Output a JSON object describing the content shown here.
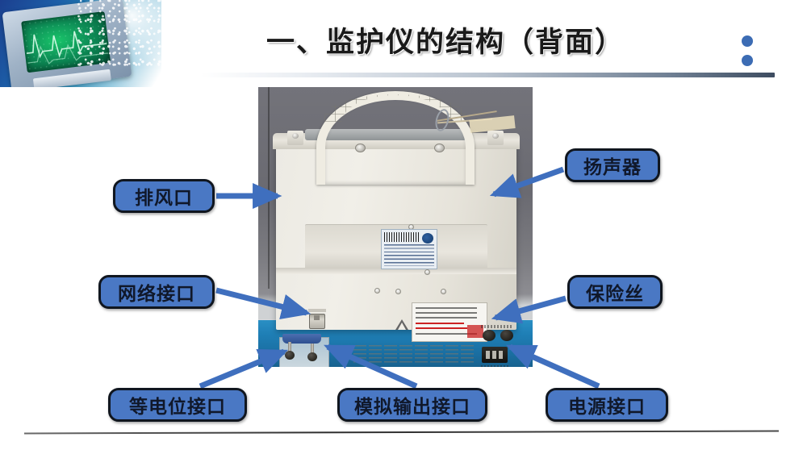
{
  "slide": {
    "title": "一、监护仪的结构（背面）",
    "bullets": [
      "bullet-dot-1",
      "bullet-dot-2"
    ],
    "accent_color": "#4a78c4",
    "title_rule_color": "#3d4c60",
    "footer_rule_color": "#2e2e2e"
  },
  "corner_art": {
    "name": "patient-monitor-waveform-graphic",
    "description": "蓝色背景上的监护仪屏幕波形图"
  },
  "photo": {
    "name": "monitor-rear-panel-photo",
    "caption": "监护仪背面实物照片"
  },
  "callouts": [
    {
      "id": "exhaust",
      "label": "排风口",
      "color": "#4a78c4"
    },
    {
      "id": "network",
      "label": "网络接口",
      "color": "#4a78c4"
    },
    {
      "id": "equipot",
      "label": "等电位接口",
      "color": "#4a78c4"
    },
    {
      "id": "analog",
      "label": "模拟输出接口",
      "color": "#4a78c4"
    },
    {
      "id": "power",
      "label": "电源接口",
      "color": "#4a78c4"
    },
    {
      "id": "speaker",
      "label": "扬声器",
      "color": "#4a78c4"
    },
    {
      "id": "fuse",
      "label": "保险丝",
      "color": "#4a78c4"
    }
  ]
}
